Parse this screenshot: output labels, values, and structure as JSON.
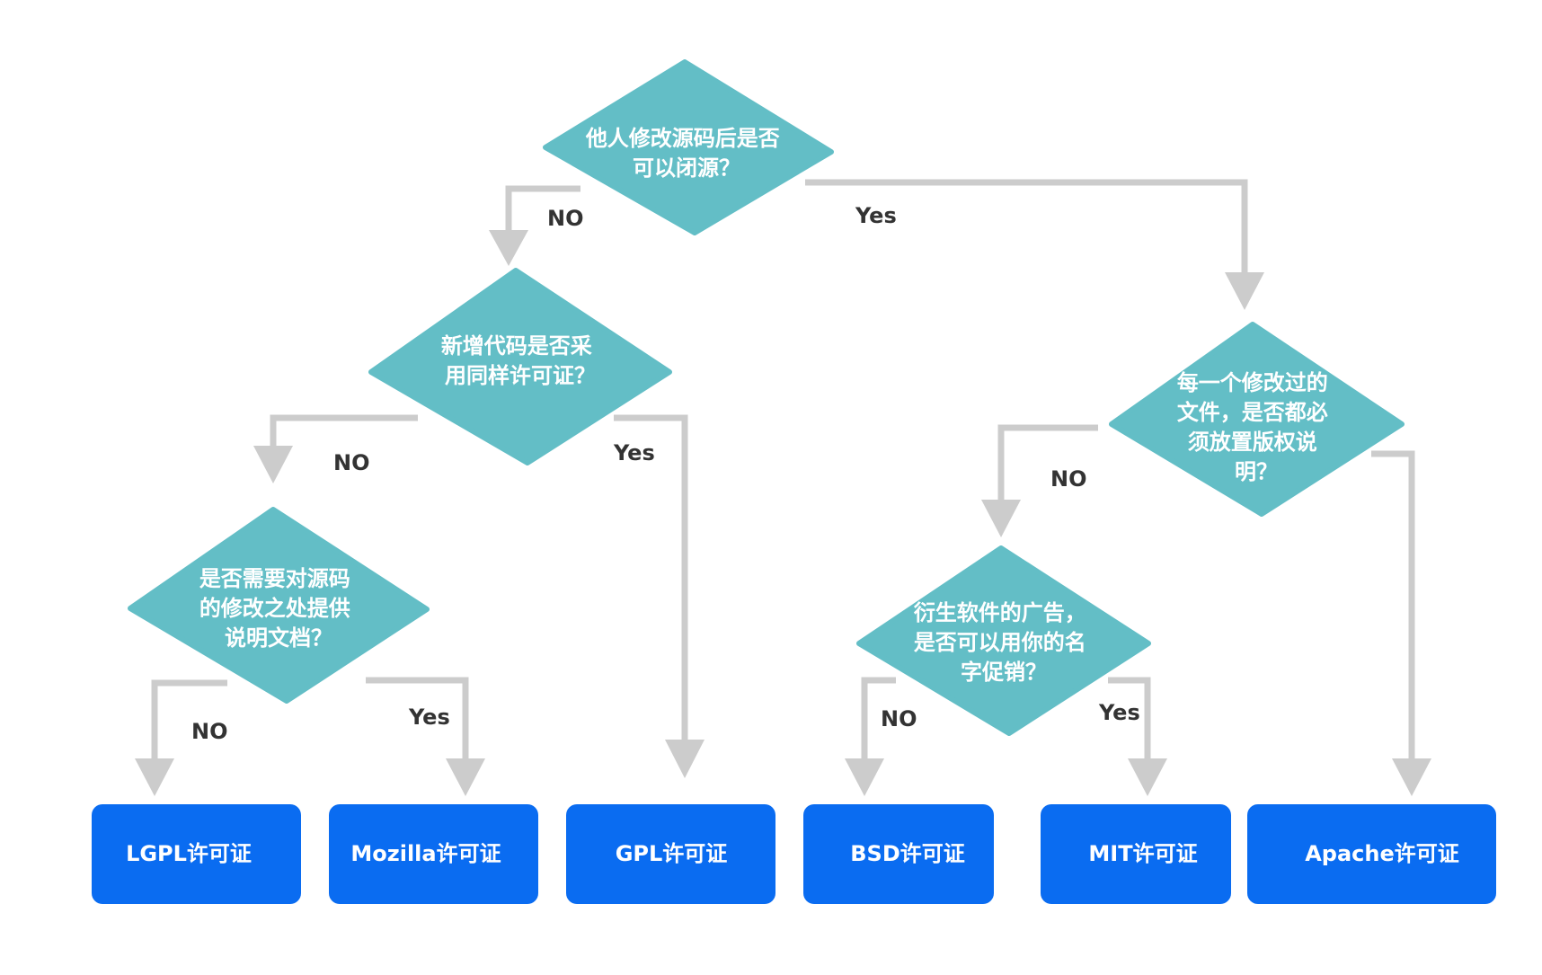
{
  "colors": {
    "decision": "#63bec6",
    "result": "#0a6cf1",
    "connector": "#cccccc",
    "label": "#333333"
  },
  "decisions": {
    "root": [
      "他人修改源码后是否",
      "可以闭源？"
    ],
    "same_license": [
      "新增代码是否采",
      "用同样许可证？"
    ],
    "explain_changes": [
      "是否需要对源码",
      "的修改之处提供",
      "说明文档？"
    ],
    "copyright_notice": [
      "每一个修改过的",
      "文件，是否都必",
      "须放置版权说",
      "明？"
    ],
    "promote_name": [
      "衍生软件的广告，",
      "是否可以用你的名",
      "字促销？"
    ]
  },
  "edge_labels": {
    "root_no": "NO",
    "root_yes": "Yes",
    "same_license_no": "NO",
    "same_license_yes": "Yes",
    "explain_no": "NO",
    "explain_yes": "Yes",
    "copyright_no": "NO",
    "promote_no": "NO",
    "promote_yes": "Yes"
  },
  "results": {
    "lgpl": "LGPL许可证",
    "mozilla": "Mozilla许可证",
    "gpl": "GPL许可证",
    "bsd": "BSD许可证",
    "mit": "MIT许可证",
    "apache": "Apache许可证"
  }
}
